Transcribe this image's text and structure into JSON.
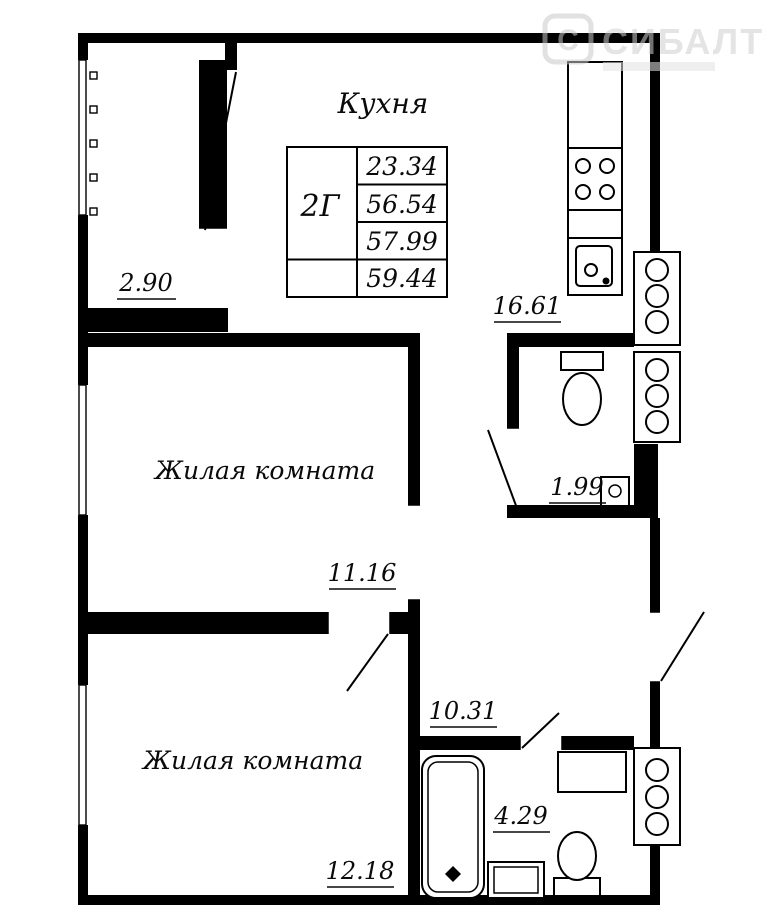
{
  "watermark": {
    "logo_letter": "С",
    "brand": "СИБАЛТ"
  },
  "info_table": {
    "type_label": "2Г",
    "areas": [
      "23.34",
      "56.54",
      "57.99",
      "59.44"
    ]
  },
  "rooms": {
    "kitchen": {
      "label": "Кухня",
      "area": "16.61"
    },
    "balcony": {
      "area": "2.90"
    },
    "living_room_1": {
      "label": "Жилая комната",
      "area": "11.16"
    },
    "living_room_2": {
      "label": "Жилая комната",
      "area": "12.18"
    },
    "hallway": {
      "area": "10.31"
    },
    "wc": {
      "area": "1.99"
    },
    "bathroom": {
      "area": "4.29"
    }
  },
  "colors": {
    "wall": "#000000",
    "background": "#ffffff",
    "watermark": "#c9c9c9"
  }
}
